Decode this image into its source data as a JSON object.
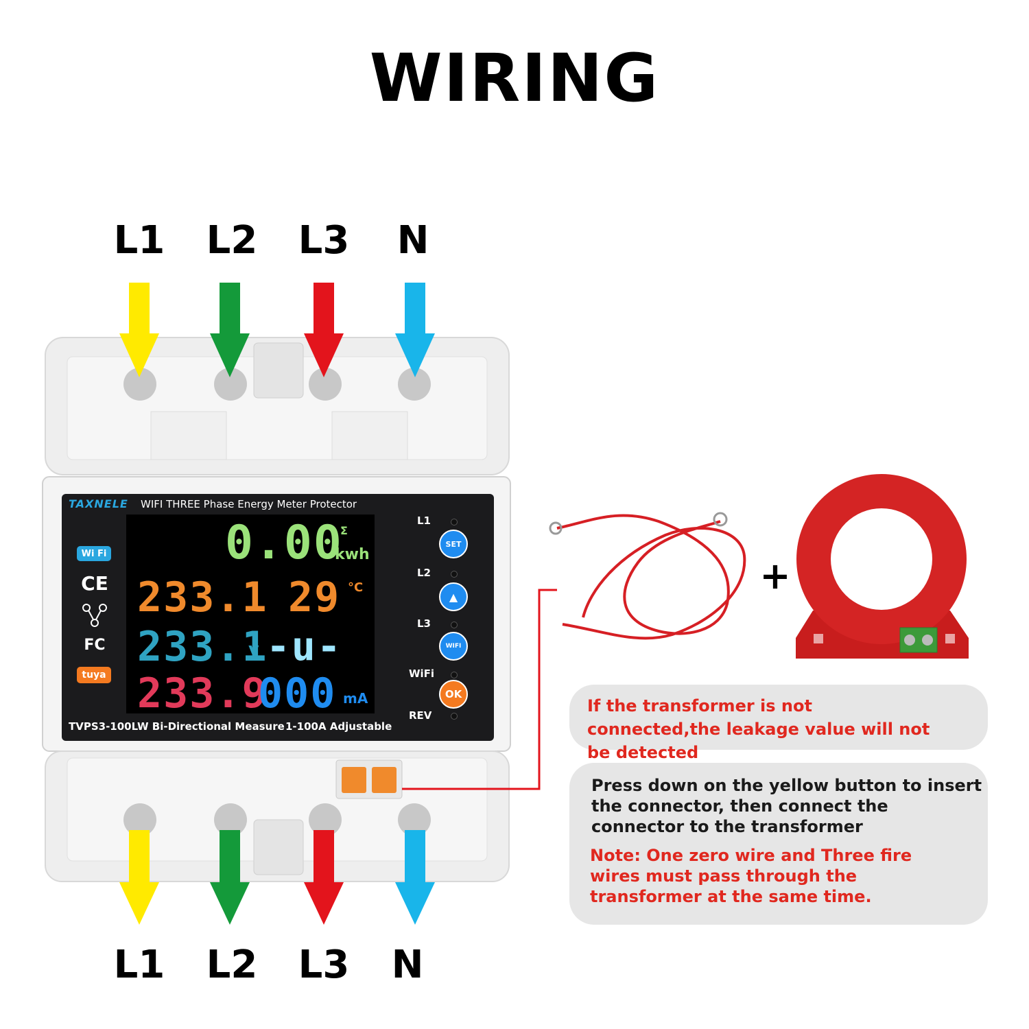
{
  "title": "WIRING",
  "terminals_top": [
    "L1",
    "L2",
    "L3",
    "N"
  ],
  "terminals_bottom": [
    "L1",
    "L2",
    "L3",
    "N"
  ],
  "arrow_colors": [
    "#ffea00",
    "#149a3a",
    "#e3141c",
    "#19b5ea"
  ],
  "device": {
    "brand": "TAXNELE",
    "panel_title": "WIFI THREE Phase Energy Meter Protector",
    "model_text": "TVPS3-100LW Bi-Directional Measure",
    "range_text": "1-100A Adjustable",
    "side_labels": [
      "L1",
      "L2",
      "L3",
      "WiFi",
      "REV"
    ],
    "buttons": [
      "SET",
      "▲",
      "WIFI",
      "OK"
    ],
    "certifications": [
      "Wi Fi",
      "CE",
      "FC",
      "tuya"
    ],
    "display": {
      "energy_value": "0.00",
      "energy_unit": "kwh",
      "energy_sigma": "Σ",
      "voltage_1": "233.1",
      "temperature": "29",
      "temperature_unit": "°C",
      "voltage_2": "233.1",
      "voltage_unit": "v",
      "mode_text": "-u-",
      "voltage_3": "233.9",
      "leakage": "000",
      "leakage_unit": "mA"
    }
  },
  "plus_sign": "+",
  "callout_warning": "If the transformer is not connected,the leakage value will not be detected",
  "callout_instruction": "Press down on the yellow button to insert the connector, then connect the connector to the transformer",
  "callout_note": "Note: One zero wire and Three fire wires must pass through the transformer at the same time."
}
